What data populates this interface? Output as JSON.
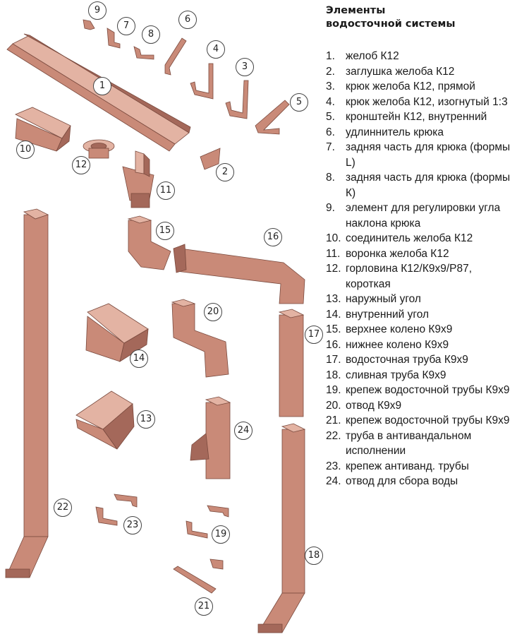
{
  "legend": {
    "title": "Элементы\nводосточной системы",
    "items": [
      {
        "number": "1.",
        "label": "желоб К12"
      },
      {
        "number": "2.",
        "label": "заглушка желоба К12"
      },
      {
        "number": "3.",
        "label": "крюк желоба К12, прямой"
      },
      {
        "number": "4.",
        "label": "крюк желоба К12, изогнутый 1:3"
      },
      {
        "number": "5.",
        "label": "кронштейн К12, внутренний"
      },
      {
        "number": "6.",
        "label": "удлиннитель крюка"
      },
      {
        "number": "7.",
        "label": "задняя часть для крюка (формы L)"
      },
      {
        "number": "8.",
        "label": "задняя часть для крюка (формы К)"
      },
      {
        "number": "9.",
        "label": "элемент для регулировки угла наклона крюка"
      },
      {
        "number": "10.",
        "label": "соединитель желоба К12"
      },
      {
        "number": "11.",
        "label": "воронка желоба К12"
      },
      {
        "number": "12.",
        "label": "горловина К12/К9х9/Р87, короткая"
      },
      {
        "number": "13.",
        "label": "наружный угол"
      },
      {
        "number": "14.",
        "label": "внутренний угол"
      },
      {
        "number": "15.",
        "label": "верхнее колено К9х9"
      },
      {
        "number": "16.",
        "label": "нижнее колено К9х9"
      },
      {
        "number": "17.",
        "label": "водосточная труба К9х9"
      },
      {
        "number": "18.",
        "label": "сливная труба К9х9"
      },
      {
        "number": "19.",
        "label": "крепеж водосточной трубы К9х9"
      },
      {
        "number": "20.",
        "label": "отвод К9х9"
      },
      {
        "number": "21.",
        "label": "крепеж водосточной трубы К9х9"
      },
      {
        "number": "22.",
        "label": "труба в антивандальном исполнении"
      },
      {
        "number": "23.",
        "label": "крепеж антиванд. трубы"
      },
      {
        "number": "24.",
        "label": "отвод для сбора воды"
      }
    ]
  },
  "callouts": [
    "1",
    "2",
    "3",
    "4",
    "5",
    "6",
    "7",
    "8",
    "9",
    "10",
    "11",
    "12",
    "13",
    "14",
    "15",
    "16",
    "17",
    "18",
    "19",
    "20",
    "21",
    "22",
    "23",
    "24"
  ],
  "colors": {
    "part_fill": "#c98a78",
    "part_dark": "#a4685a",
    "part_light": "#e3b3a3",
    "outline": "#7a4a3e"
  }
}
